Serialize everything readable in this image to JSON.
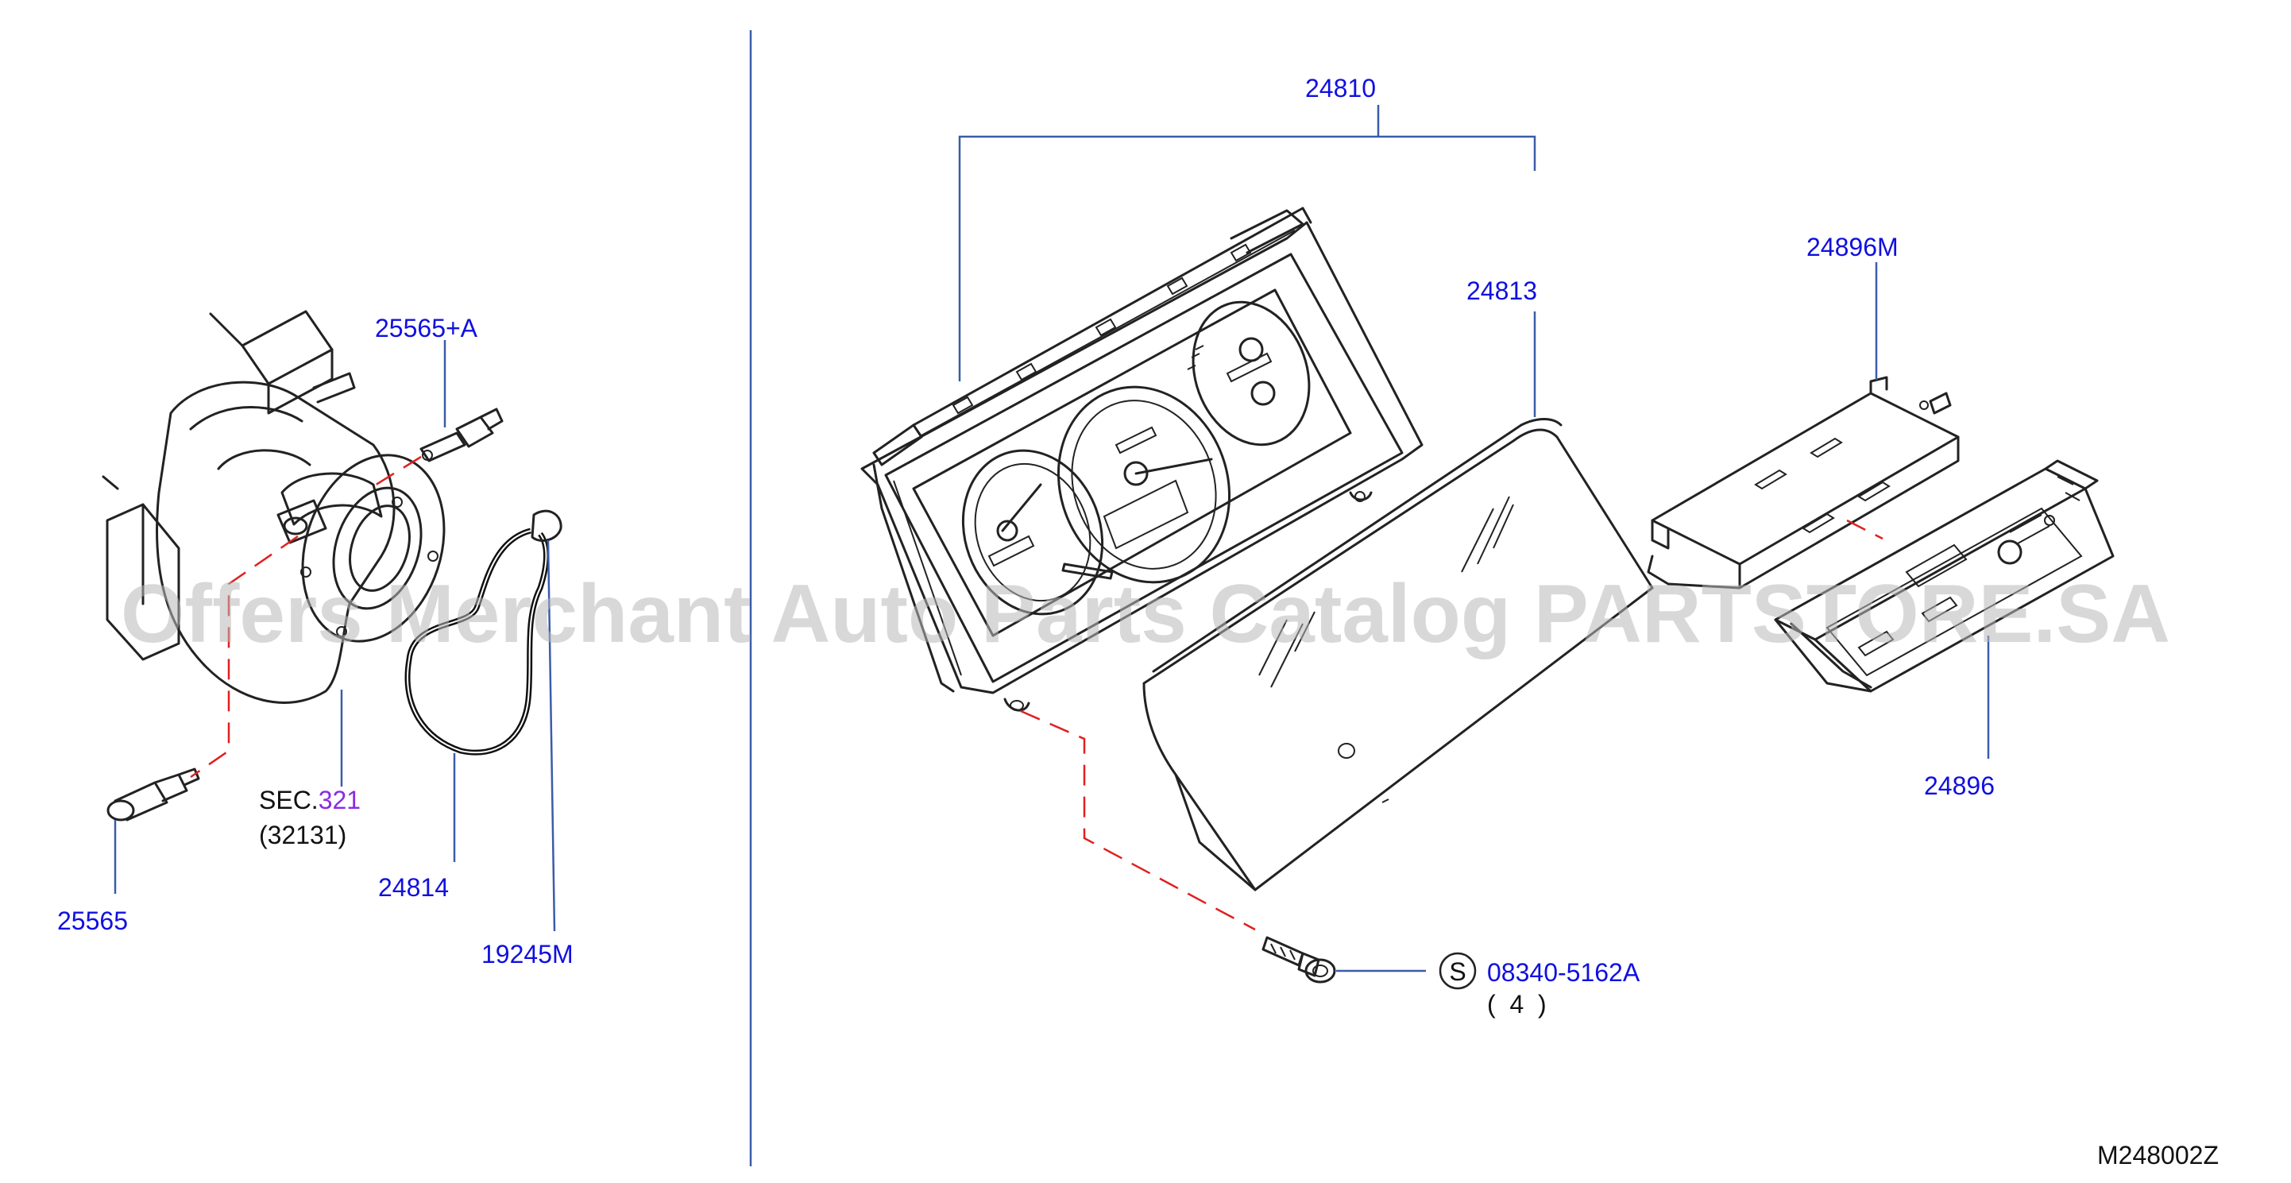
{
  "diagram": {
    "watermark": "Offers Merchant Auto Parts Catalog PARTSTORE.SA",
    "figure_code": "M248002Z",
    "callouts": {
      "p24810": "24810",
      "p24813": "24813",
      "p24896M": "24896M",
      "p24896": "24896",
      "p25565A": "25565+A",
      "p25565": "25565",
      "sec_prefix": "SEC.",
      "sec_number": "321",
      "sec_sub": "(32131)",
      "p24814": "24814",
      "p19245M": "19245M",
      "bolt_symbol": "S",
      "bolt_part": "08340-5162A",
      "bolt_qty": "(  4  )"
    },
    "colors": {
      "label": "#1010e0",
      "leader": "#3b5ca8",
      "dash": "#e02020",
      "section_number": "#8a2be2"
    }
  }
}
